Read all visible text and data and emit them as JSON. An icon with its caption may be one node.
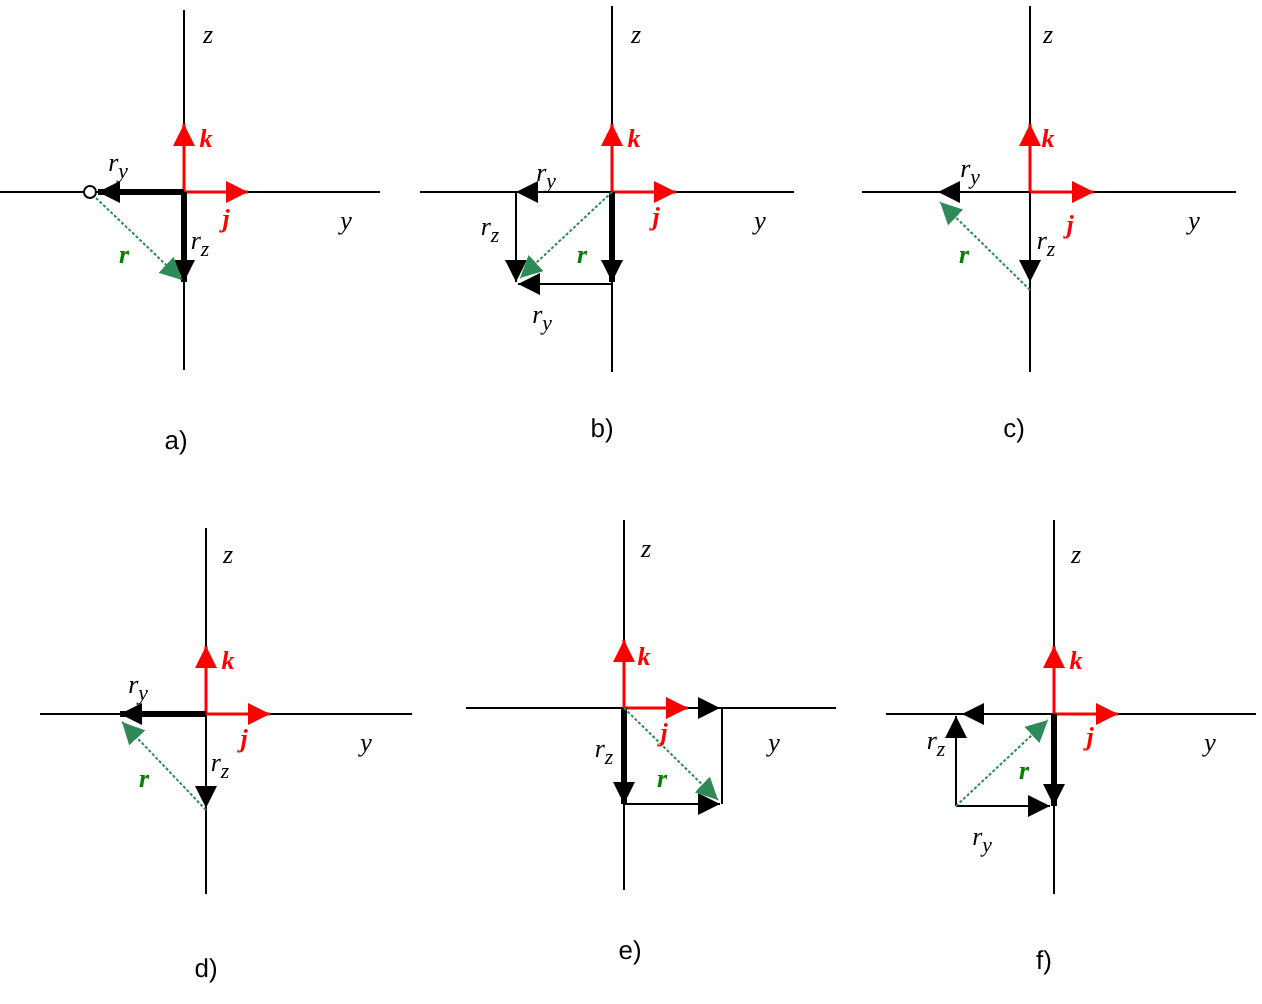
{
  "diagram": {
    "labels": [
      "z",
      "k",
      "r$_{y}$",
      "j",
      "y",
      "r$_{z}$",
      "r",
      "a)",
      "z",
      "k",
      "r$_{y}$",
      "j",
      "r$_{z}$",
      "y",
      "r",
      "r$_{y}$",
      "b)",
      "z",
      "k",
      "r$_{y}$",
      "j",
      "y",
      "r$_{z}$",
      "r",
      "c)",
      "z",
      "k",
      "r$_{y}$",
      "j",
      "y",
      "r$_{z}$",
      "r",
      "d)",
      "z",
      "k",
      "j",
      "r$_{z}$",
      "y",
      "r",
      "e)",
      "z",
      "k",
      "r$_{z}$",
      "j",
      "y",
      "r",
      "r$_{y}$",
      "f)"
    ]
  }
}
